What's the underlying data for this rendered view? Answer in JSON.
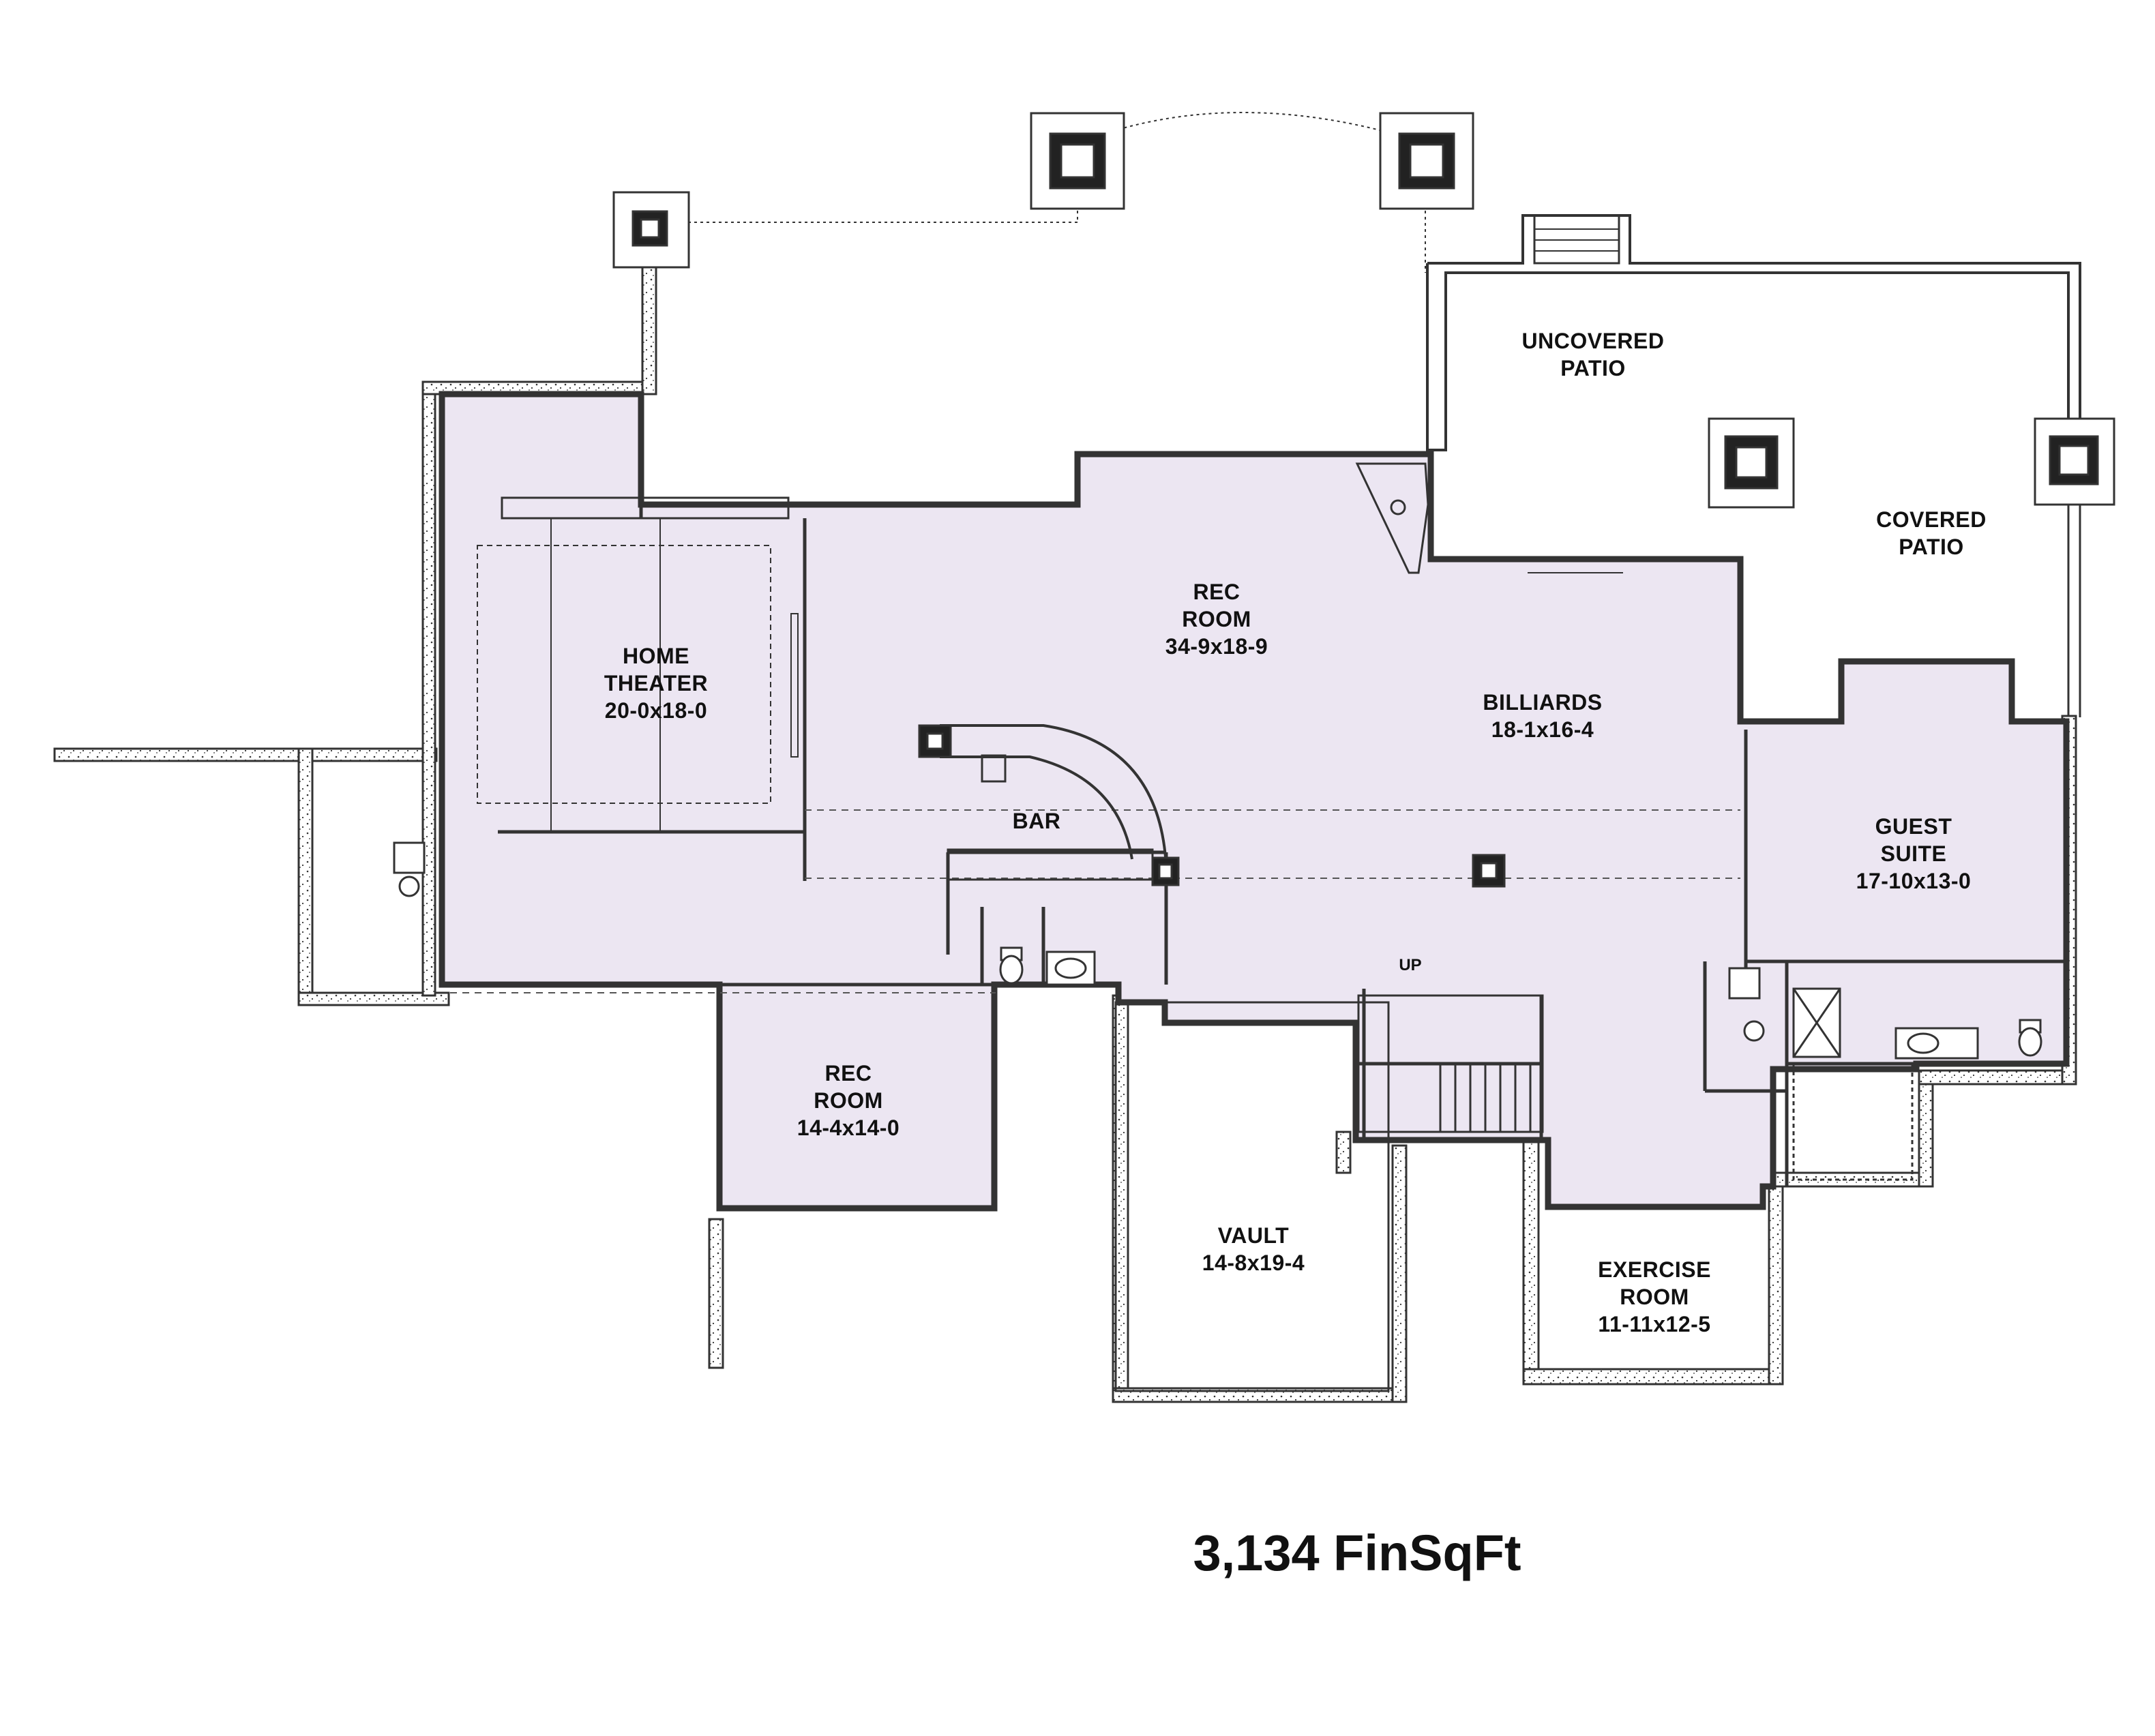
{
  "plan": {
    "fill_color": "#ece6f2",
    "wall_color": "#333333",
    "rooms": {
      "home_theater": {
        "name_line1": "HOME",
        "name_line2": "THEATER",
        "size": "20-0x18-0"
      },
      "rec_room_main": {
        "name_line1": "REC",
        "name_line2": "ROOM",
        "size": "34-9x18-9"
      },
      "billiards": {
        "name": "BILLIARDS",
        "size": "18-1x16-4"
      },
      "bar": {
        "name": "BAR"
      },
      "guest_suite": {
        "name_line1": "GUEST",
        "name_line2": "SUITE",
        "size": "17-10x13-0"
      },
      "rec_room_small": {
        "name_line1": "REC",
        "name_line2": "ROOM",
        "size": "14-4x14-0"
      },
      "vault": {
        "name": "VAULT",
        "size": "14-8x19-4"
      },
      "exercise_room": {
        "name_line1": "EXERCISE",
        "name_line2": "ROOM",
        "size": "11-11x12-5"
      },
      "uncovered_patio": {
        "name_line1": "UNCOVERED",
        "name_line2": "PATIO"
      },
      "covered_patio": {
        "name_line1": "COVERED",
        "name_line2": "PATIO"
      }
    },
    "stair_label": "UP"
  },
  "footer": {
    "finished_sqft": "3,134 FinSqFt"
  }
}
